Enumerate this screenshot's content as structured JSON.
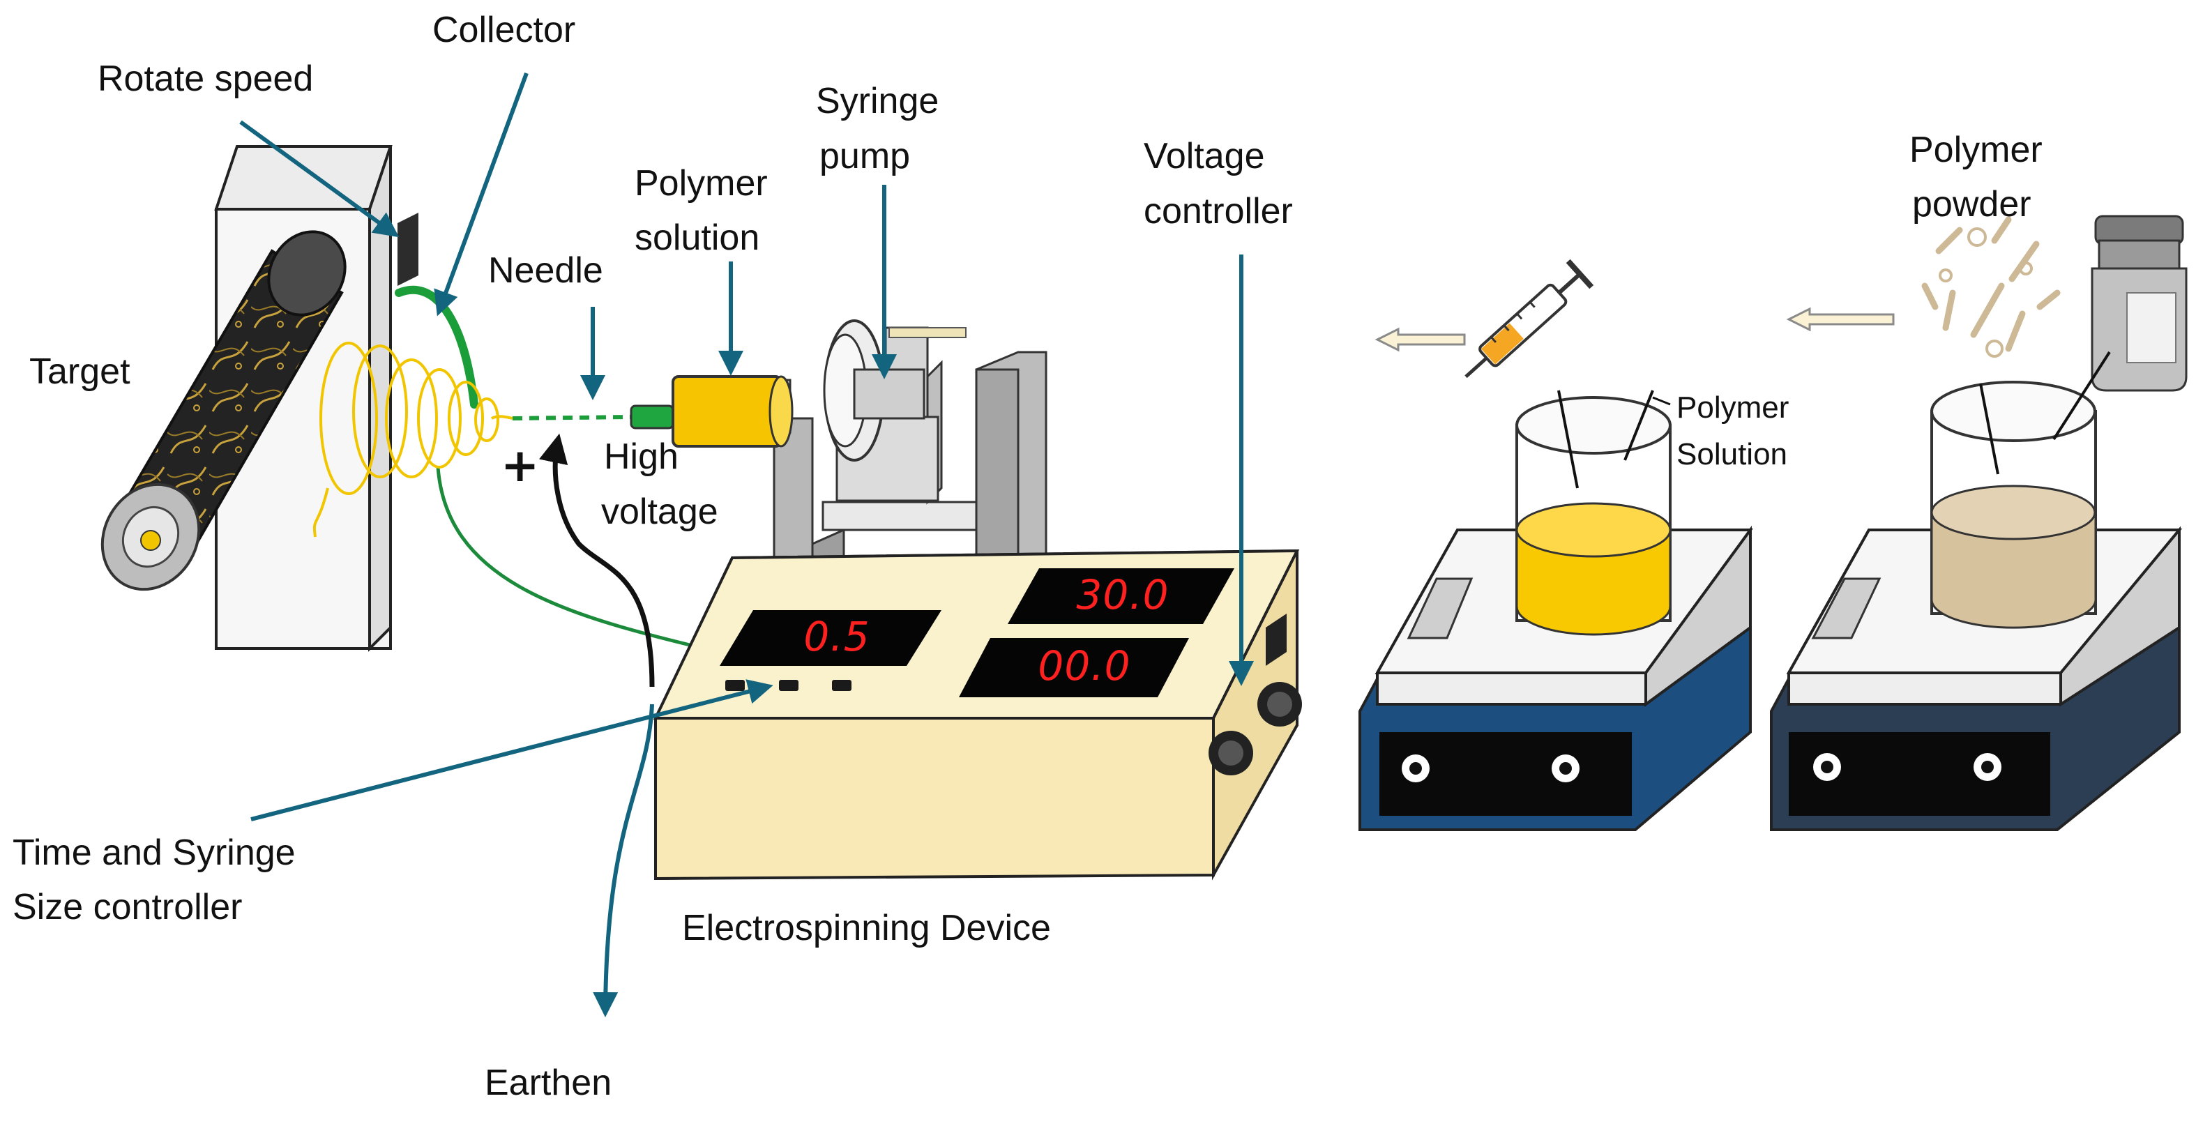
{
  "labels": {
    "collector": "Collector",
    "rotate_speed": "Rotate speed",
    "syringe_pump_line1": "Syringe",
    "syringe_pump_line2": "pump",
    "polymer_solution_line1": "Polymer",
    "polymer_solution_line2": "solution",
    "needle": "Needle",
    "voltage_controller_line1": "Voltage",
    "voltage_controller_line2": "controller",
    "polymer_powder_line1": "Polymer",
    "polymer_powder_line2": "powder",
    "target": "Target",
    "high_voltage_line1": "High",
    "high_voltage_line2": "voltage",
    "plus_sign": "+",
    "beaker_solution_line1": "Polymer",
    "beaker_solution_line2": "Solution",
    "time_syringe_line1": "Time and Syringe",
    "time_syringe_line2": "Size controller",
    "device": "Electrospinning Device",
    "earthen": "Earthen"
  },
  "displays": {
    "left": "0.5",
    "top_right": "30.0",
    "bottom_right": "00.0"
  },
  "colors": {
    "arrow": "#13657f",
    "device_body": "#f8e9b6",
    "display_bg": "#050505",
    "display_text": "#ff2020",
    "jet": "#f1c500",
    "collector_wire": "#1b9d3a",
    "solution_yellow": "#f8c800",
    "solution_tan": "#d7c29e",
    "stirrer_blue": "#1c4f80",
    "stirrer_dark": "#2c3e54"
  }
}
